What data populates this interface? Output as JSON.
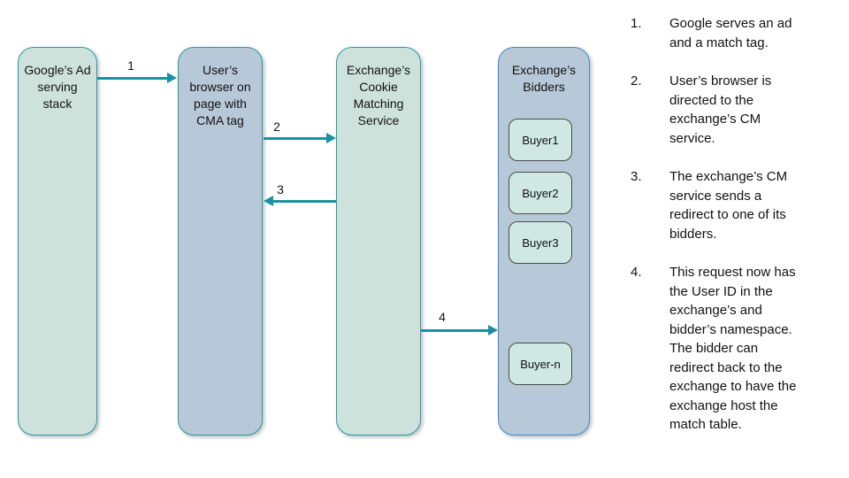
{
  "diagram": {
    "boxes": [
      {
        "id": "google",
        "label": "Google’s Ad serving stack"
      },
      {
        "id": "browser",
        "label": "User’s browser on page with CMA tag"
      },
      {
        "id": "cms",
        "label": "Exchange’s Cookie Matching Service"
      },
      {
        "id": "bidders",
        "label": "Exchange’s Bidders"
      }
    ],
    "buyers": [
      "Buyer1",
      "Buyer2",
      "Buyer3",
      "Buyer-n"
    ],
    "arrow_labels": [
      "1",
      "2",
      "3",
      "4"
    ]
  },
  "steps": [
    {
      "num": "1.",
      "text": "Google serves an ad\nand a match tag."
    },
    {
      "num": "2.",
      "text": "User’s browser is\ndirected to the\nexchange’s CM\nservice."
    },
    {
      "num": "3.",
      "text": "The exchange’s CM\nservice sends a\nredirect to one of its\nbidders."
    },
    {
      "num": "4.",
      "text": "This request now has\nthe User ID in the\nexchange’s and\nbidder’s namespace.\nThe bidder can\nredirect back to the\nexchange to have the\nexchange host the\nmatch table."
    }
  ],
  "colors": {
    "lane_green_fill": "#cde2da",
    "lane_bluegray_fill": "#b7c8d8",
    "teal_border": "#2d97a5",
    "blue_border": "#4a86c6",
    "buyer_fill": "#cfe9e2",
    "buyer_border": "#4a4a4a",
    "arrow": "#1592a4",
    "text": "#111111",
    "background": "#ffffff"
  }
}
